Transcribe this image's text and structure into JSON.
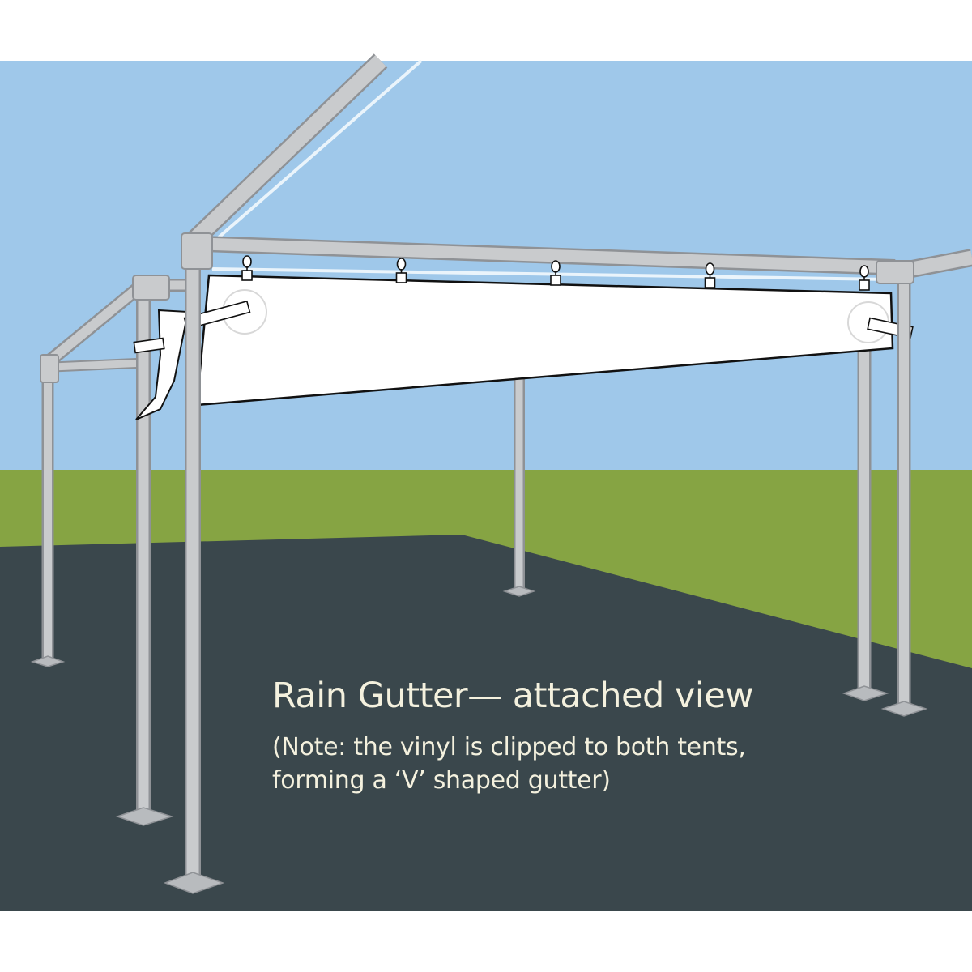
{
  "caption": {
    "title": "Rain Gutter— attached view",
    "note_line1": "(Note: the vinyl is clipped to both tents,",
    "note_line2": "forming a ‘V’ shaped gutter)"
  },
  "colors": {
    "sky": "#9fc8ea",
    "grass": "#86a443",
    "ground": "#3a474c",
    "pole": "#c9cbcd",
    "pole_edge": "#8f9296",
    "vinyl": "#ffffff",
    "text": "#f4f1de"
  },
  "clip_count": 5
}
